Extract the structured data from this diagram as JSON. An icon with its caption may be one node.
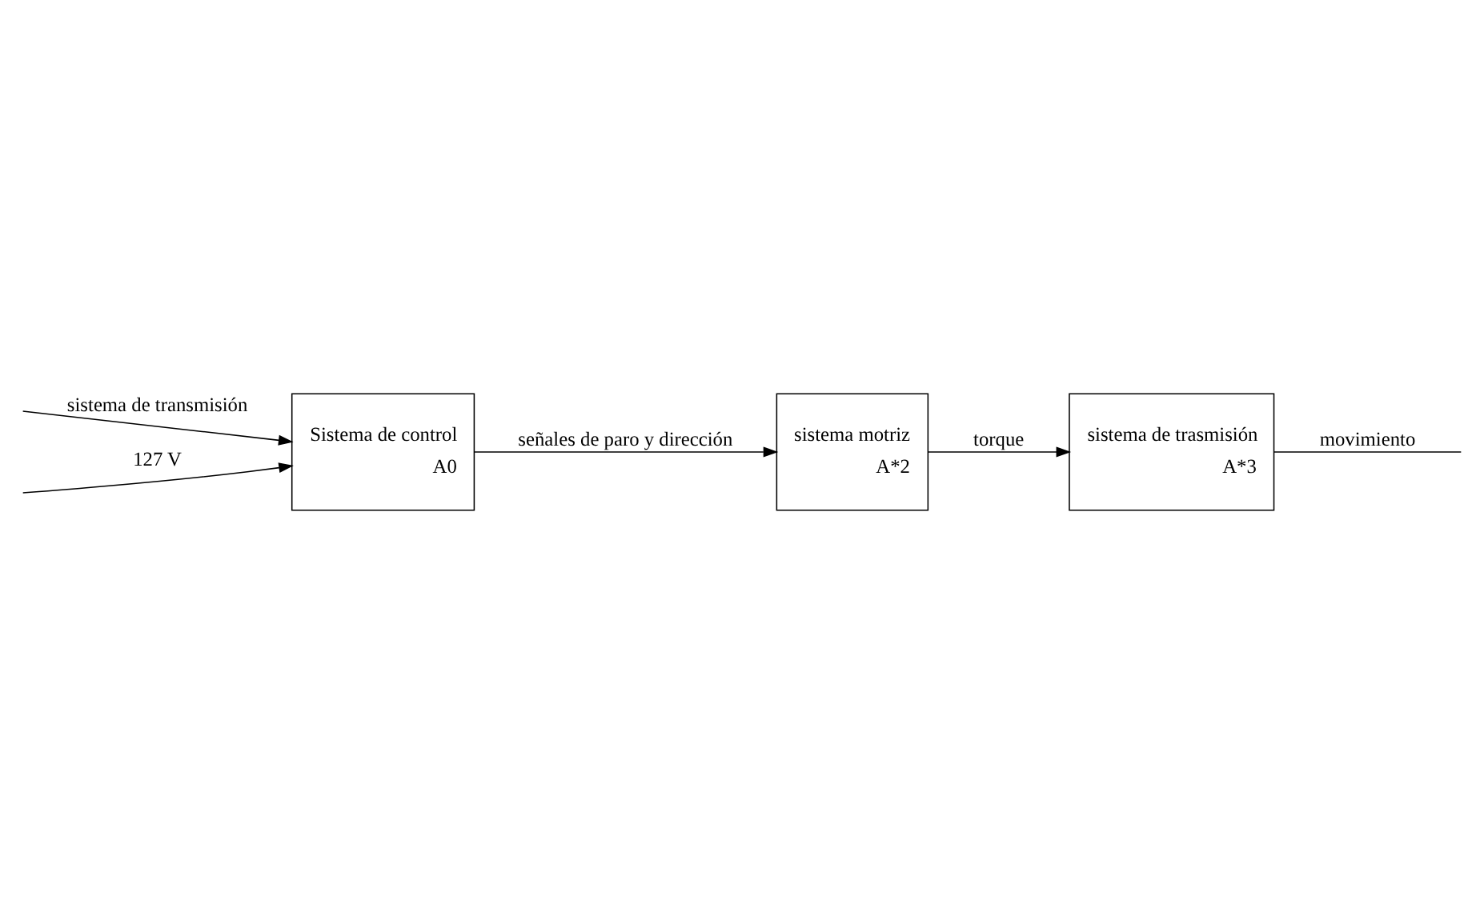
{
  "diagram": {
    "nodes": [
      {
        "text": [
          "Sistema de control",
          "A0"
        ]
      },
      {
        "text": [
          "sistema motriz",
          "A*2"
        ]
      },
      {
        "text": [
          "sistema de trasmisión",
          "A*3"
        ]
      }
    ],
    "edges": [
      {
        "from": null,
        "to": 0,
        "arrow": "to",
        "label": "sistema de transmisión"
      },
      {
        "from": null,
        "to": 0,
        "arrow": "to",
        "label": "127 V"
      },
      {
        "from": 0,
        "to": 1,
        "arrow": "to",
        "label": "señales de paro y dirección"
      },
      {
        "from": 1,
        "to": 2,
        "arrow": "to",
        "label": "torque"
      },
      {
        "from": 2,
        "to": null,
        "arrow": "none",
        "label": "movimiento"
      }
    ]
  }
}
